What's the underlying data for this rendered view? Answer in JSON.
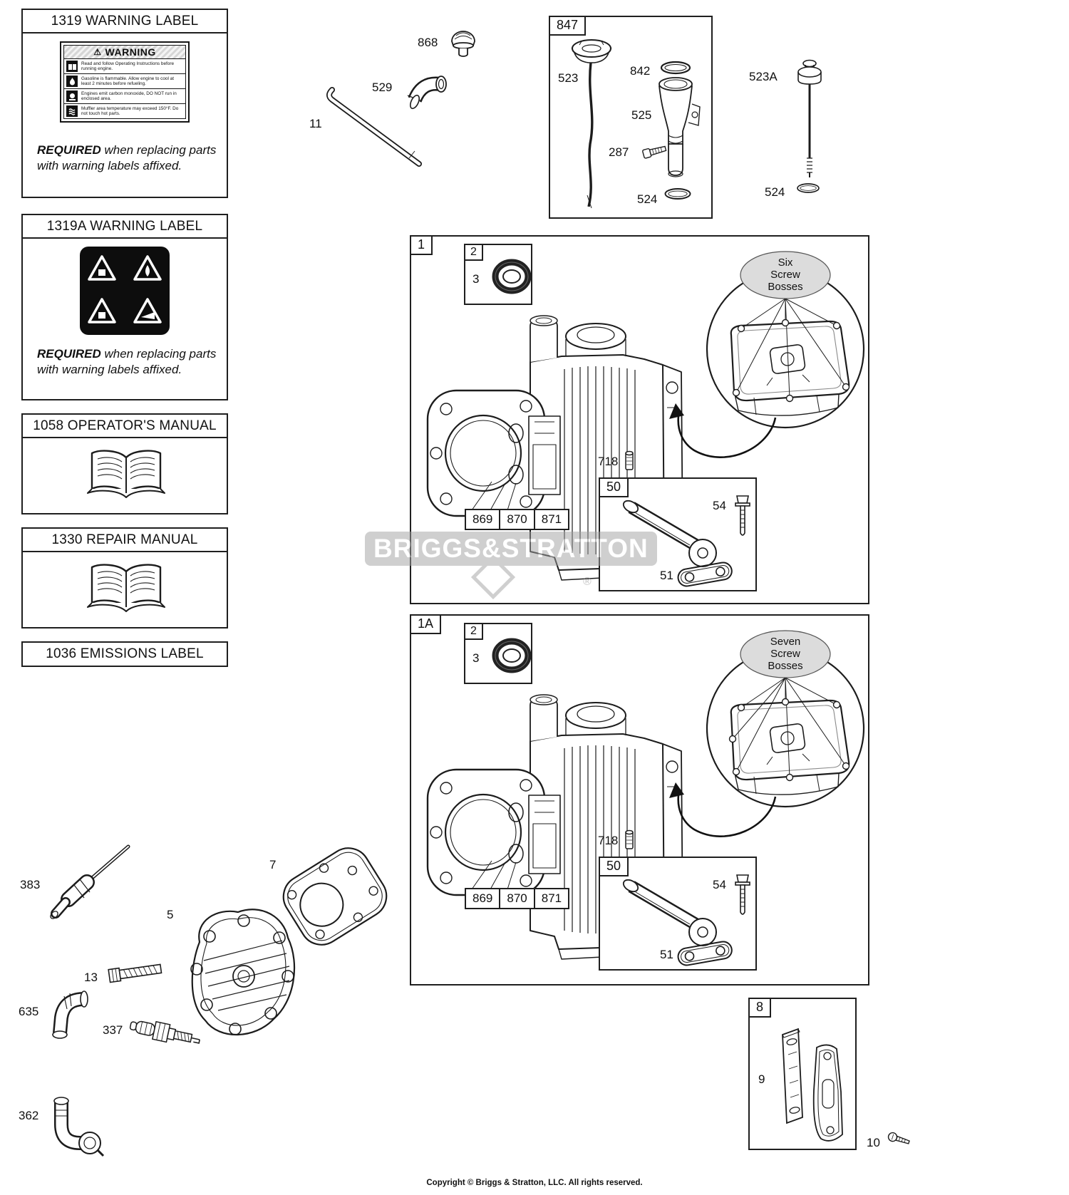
{
  "page": {
    "copyright": "Copyright © Briggs & Stratton, LLC. All rights reserved.",
    "watermark": {
      "brand_left": "BRIGGS",
      "amp": "&",
      "brand_right": "STRATTON",
      "reg": "®"
    }
  },
  "left_panels": {
    "warning_1319": {
      "title": "1319 WARNING LABEL",
      "warning_header": "WARNING",
      "warning_rows": [
        "Read and follow Operating Instructions before running engine.",
        "Gasoline is flammable. Allow engine to cool at least 2 minutes before refueling.",
        "Engines emit carbon monoxide, DO NOT run in enclosed area.",
        "Muffler area temperature may exceed 150°F. Do not touch hot parts."
      ],
      "required_label": "REQUIRED",
      "required_text": " when replacing parts with warning labels affixed."
    },
    "warning_1319a": {
      "title": "1319A WARNING LABEL",
      "required_label": "REQUIRED",
      "required_text": " when replacing parts with warning labels affixed."
    },
    "operators_manual": {
      "title": "1058 OPERATOR'S MANUAL"
    },
    "repair_manual": {
      "title": "1330 REPAIR MANUAL"
    },
    "emissions_label": {
      "title": "1036 EMISSIONS LABEL"
    }
  },
  "top_parts": {
    "plug": "868",
    "elbow": "529",
    "tube": "11",
    "dipstick_alt": "523A",
    "oring_alt": "524"
  },
  "box_847": {
    "label": "847",
    "dipstick": "523",
    "oring_top": "842",
    "fill_tube": "525",
    "screw": "287",
    "oring_bottom": "524"
  },
  "assembly_1": {
    "label": "1",
    "seal_box": "2",
    "seal": "3",
    "bosses_lines": [
      "Six",
      "Screw",
      "Bosses"
    ],
    "pin": "718",
    "breather_box": "50",
    "screw": "54",
    "gasket": "51",
    "cylinder_labels": [
      "869",
      "870",
      "871"
    ]
  },
  "assembly_1a": {
    "label": "1A",
    "seal_box": "2",
    "seal": "3",
    "bosses_lines": [
      "Seven",
      "Screw",
      "Bosses"
    ],
    "pin": "718",
    "breather_box": "50",
    "screw": "54",
    "gasket": "51",
    "cylinder_labels": [
      "869",
      "870",
      "871"
    ]
  },
  "bottom_parts": {
    "wrench": "383",
    "head_gasket": "7",
    "cylinder_head": "5",
    "bolt": "13",
    "boot_upper": "635",
    "spark_plug": "337",
    "boot_lower": "362"
  },
  "box_8": {
    "label": "8",
    "plate": "9",
    "screw": "10"
  }
}
